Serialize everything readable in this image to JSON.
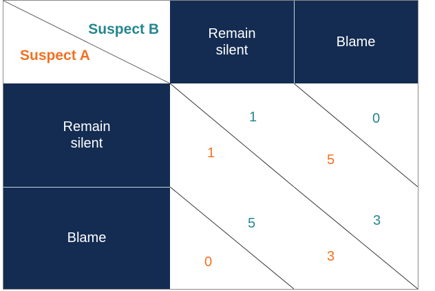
{
  "corner": {
    "player_b": "Suspect B",
    "player_a": "Suspect A"
  },
  "columns": [
    "Remain\nsilent",
    "Blame"
  ],
  "rows": [
    "Remain\nsilent",
    "Blame"
  ],
  "payoffs": {
    "r0c0": {
      "b": "1",
      "a": "1"
    },
    "r0c1": {
      "b": "0",
      "a": "5"
    },
    "r1c0": {
      "b": "5",
      "a": "0"
    },
    "r1c1": {
      "b": "3",
      "a": "3"
    }
  },
  "colors": {
    "header_bg": "#142c52",
    "player_b": "#24868f",
    "player_a": "#f37021"
  }
}
